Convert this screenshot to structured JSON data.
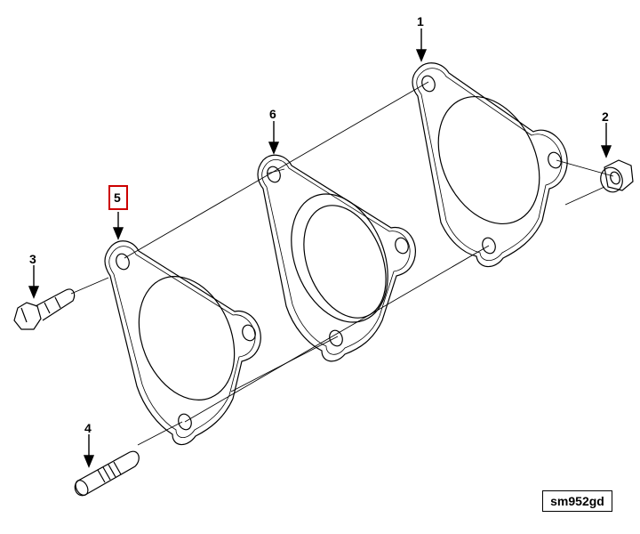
{
  "callouts": [
    {
      "id": "1",
      "label": "1",
      "highlighted": false
    },
    {
      "id": "2",
      "label": "2",
      "highlighted": false
    },
    {
      "id": "3",
      "label": "3",
      "highlighted": false
    },
    {
      "id": "4",
      "label": "4",
      "highlighted": false
    },
    {
      "id": "5",
      "label": "5",
      "highlighted": true
    },
    {
      "id": "6",
      "label": "6",
      "highlighted": false
    }
  ],
  "drawing_code": "sm952gd",
  "colors": {
    "line": "#000000",
    "highlight": "#cc0000",
    "background": "#ffffff"
  }
}
